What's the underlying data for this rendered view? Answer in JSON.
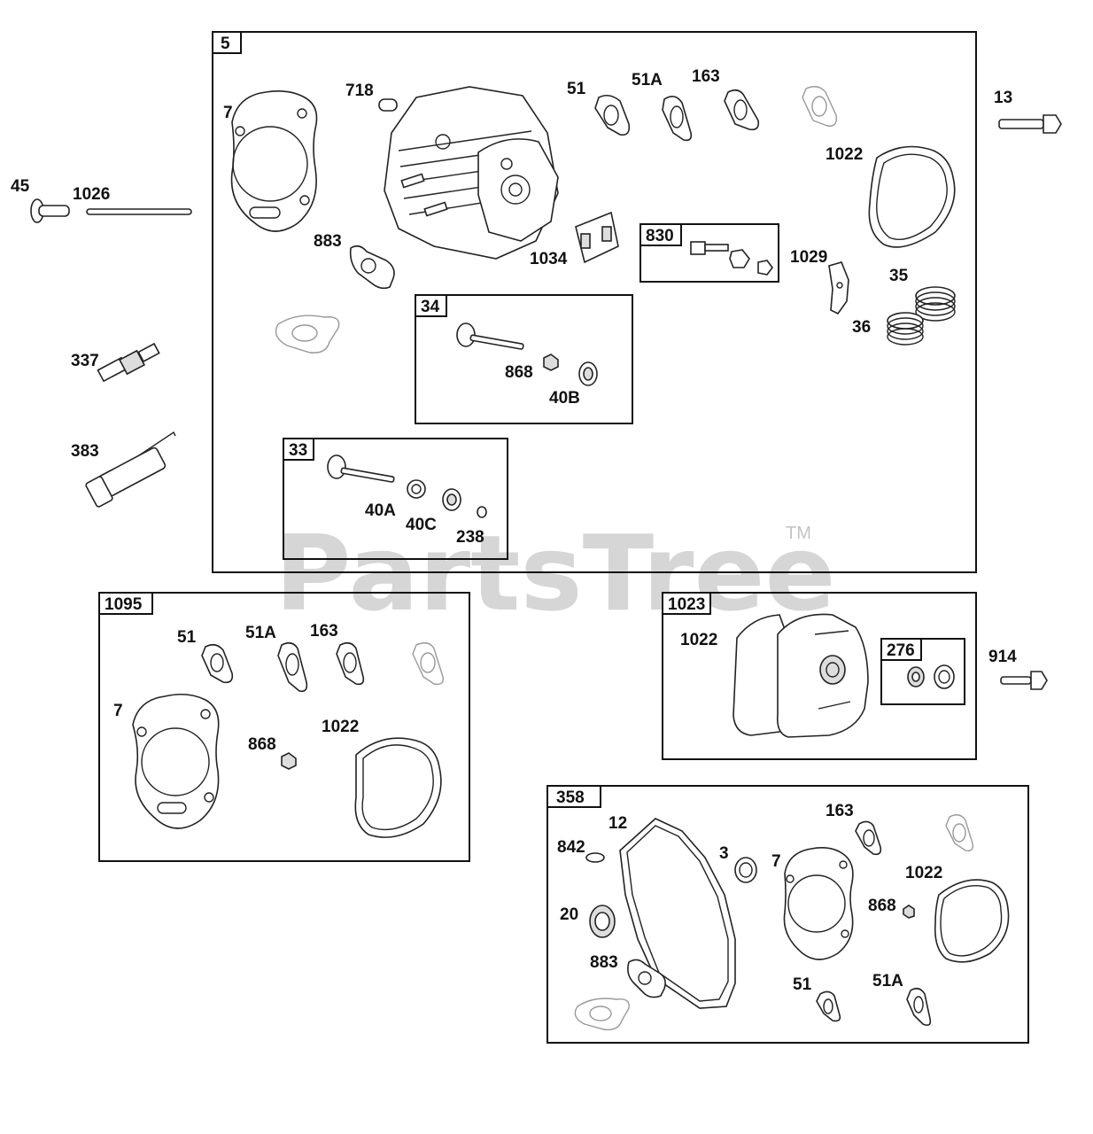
{
  "watermark": {
    "text": "PartsTree",
    "mark": "TM"
  },
  "groups": {
    "g5": "5",
    "g830": "830",
    "g34": "34",
    "g33": "33",
    "g1095": "1095",
    "g1023": "1023",
    "g276": "276",
    "g358": "358"
  },
  "labels": {
    "l7": "7",
    "l718": "718",
    "l51": "51",
    "l51A": "51A",
    "l163": "163",
    "l13": "13",
    "l45": "45",
    "l1026": "1026",
    "l1022": "1022",
    "l883": "883",
    "l1034": "1034",
    "l1029": "1029",
    "l35": "35",
    "l36": "36",
    "l337": "337",
    "l868": "868",
    "l40B": "40B",
    "l383": "383",
    "l40A": "40A",
    "l40C": "40C",
    "l238": "238",
    "b_51": "51",
    "b_51A": "51A",
    "b_163": "163",
    "b_7": "7",
    "b_868": "868",
    "b_1022": "1022",
    "c_1022": "1022",
    "c_914": "914",
    "d_12": "12",
    "d_842": "842",
    "d_3": "3",
    "d_7": "7",
    "d_163": "163",
    "d_1022": "1022",
    "d_868": "868",
    "d_20": "20",
    "d_883": "883",
    "d_51": "51",
    "d_51A": "51A"
  }
}
